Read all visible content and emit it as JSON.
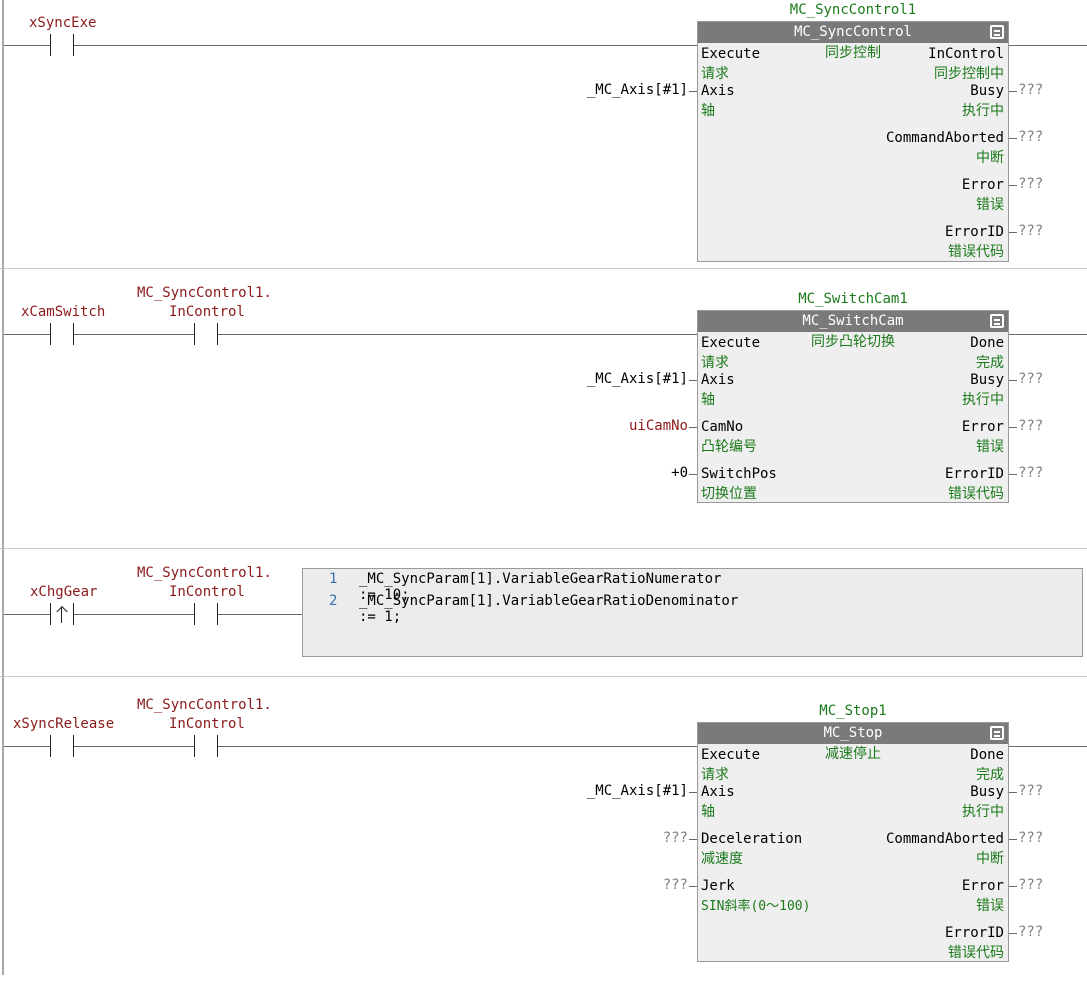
{
  "rungs": [
    {
      "contacts": [
        {
          "label": "xSyncExe",
          "type": "NO"
        }
      ],
      "fb": {
        "instance": "MC_SyncControl1",
        "type": "MC_SyncControl",
        "description": "同步控制",
        "inputs": [
          {
            "name": "Execute",
            "desc": "请求",
            "value": ""
          },
          {
            "name": "Axis",
            "desc": "轴",
            "value": "_MC_Axis[#1]"
          }
        ],
        "outputs": [
          {
            "name": "InControl",
            "desc": "同步控制中",
            "value": ""
          },
          {
            "name": "Busy",
            "desc": "执行中",
            "value": "???"
          },
          {
            "name": "CommandAborted",
            "desc": "中断",
            "value": "???"
          },
          {
            "name": "Error",
            "desc": "错误",
            "value": "???"
          },
          {
            "name": "ErrorID",
            "desc": "错误代码",
            "value": "???"
          }
        ]
      }
    },
    {
      "contacts": [
        {
          "label": "xCamSwitch",
          "type": "NO"
        },
        {
          "label_line1": "MC_SyncControl1.",
          "label_line2": "InControl",
          "type": "NO"
        }
      ],
      "fb": {
        "instance": "MC_SwitchCam1",
        "type": "MC_SwitchCam",
        "description": "同步凸轮切换",
        "inputs": [
          {
            "name": "Execute",
            "desc": "请求",
            "value": ""
          },
          {
            "name": "Axis",
            "desc": "轴",
            "value": "_MC_Axis[#1]"
          },
          {
            "name": "CamNo",
            "desc": "凸轮编号",
            "value": "uiCamNo"
          },
          {
            "name": "SwitchPos",
            "desc": "切换位置",
            "value": "+0"
          }
        ],
        "outputs": [
          {
            "name": "Done",
            "desc": "完成",
            "value": ""
          },
          {
            "name": "Busy",
            "desc": "执行中",
            "value": "???"
          },
          {
            "name": "Error",
            "desc": "错误",
            "value": "???"
          },
          {
            "name": "ErrorID",
            "desc": "错误代码",
            "value": "???"
          }
        ]
      }
    },
    {
      "contacts": [
        {
          "label": "xChgGear",
          "type": "rising-edge"
        },
        {
          "label_line1": "MC_SyncControl1.",
          "label_line2": "InControl",
          "type": "NO"
        }
      ],
      "st": {
        "lines": [
          {
            "num": "1",
            "code": "_MC_SyncParam[1].VariableGearRatioNumerator := 10;"
          },
          {
            "num": "2",
            "code": "_MC_SyncParam[1].VariableGearRatioDenominator := 1;"
          }
        ]
      }
    },
    {
      "contacts": [
        {
          "label": "xSyncRelease",
          "type": "NO"
        },
        {
          "label_line1": "MC_SyncControl1.",
          "label_line2": "InControl",
          "type": "NO"
        }
      ],
      "fb": {
        "instance": "MC_Stop1",
        "type": "MC_Stop",
        "description": "减速停止",
        "inputs": [
          {
            "name": "Execute",
            "desc": "请求",
            "value": ""
          },
          {
            "name": "Axis",
            "desc": "轴",
            "value": "_MC_Axis[#1]"
          },
          {
            "name": "Deceleration",
            "desc": "减速度",
            "value": "???"
          },
          {
            "name": "Jerk",
            "desc": "SIN斜率(0～100)",
            "value": "???"
          }
        ],
        "outputs": [
          {
            "name": "Done",
            "desc": "完成",
            "value": ""
          },
          {
            "name": "Busy",
            "desc": "执行中",
            "value": "???"
          },
          {
            "name": "CommandAborted",
            "desc": "中断",
            "value": "???"
          },
          {
            "name": "Error",
            "desc": "错误",
            "value": "???"
          },
          {
            "name": "ErrorID",
            "desc": "错误代码",
            "value": "???"
          }
        ]
      }
    }
  ]
}
